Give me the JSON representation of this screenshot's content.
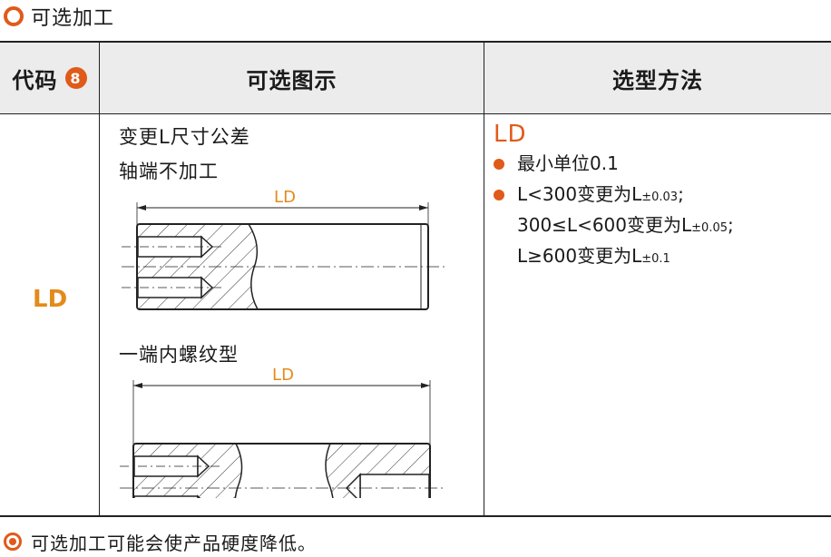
{
  "title": "可选加工",
  "headers": {
    "code": "代码",
    "code_badge": "8",
    "diagram": "可选图示",
    "method": "选型方法"
  },
  "row": {
    "code": "LD",
    "diagram1": {
      "line1": "变更L尺寸公差",
      "line2": "轴端不加工",
      "dim": "LD"
    },
    "diagram2": {
      "line1": "一端内螺纹型",
      "dim": "LD"
    },
    "method": {
      "heading": "LD",
      "b1": "最小单位0.1",
      "b2_a": "L<300变更为L",
      "b2_a_sub": "±0.03",
      "b2_a_end": ";",
      "b2_b": "300≤L<600变更为L",
      "b2_b_sub": "±0.05",
      "b2_b_end": ";",
      "b2_c": "L≥600变更为L",
      "b2_c_sub": "±0.1"
    }
  },
  "footer": "可选加工可能会使产品硬度降低。",
  "colors": {
    "accent": "#e05a1a",
    "ld": "#e58a1a",
    "header_bg": "#ececec"
  }
}
